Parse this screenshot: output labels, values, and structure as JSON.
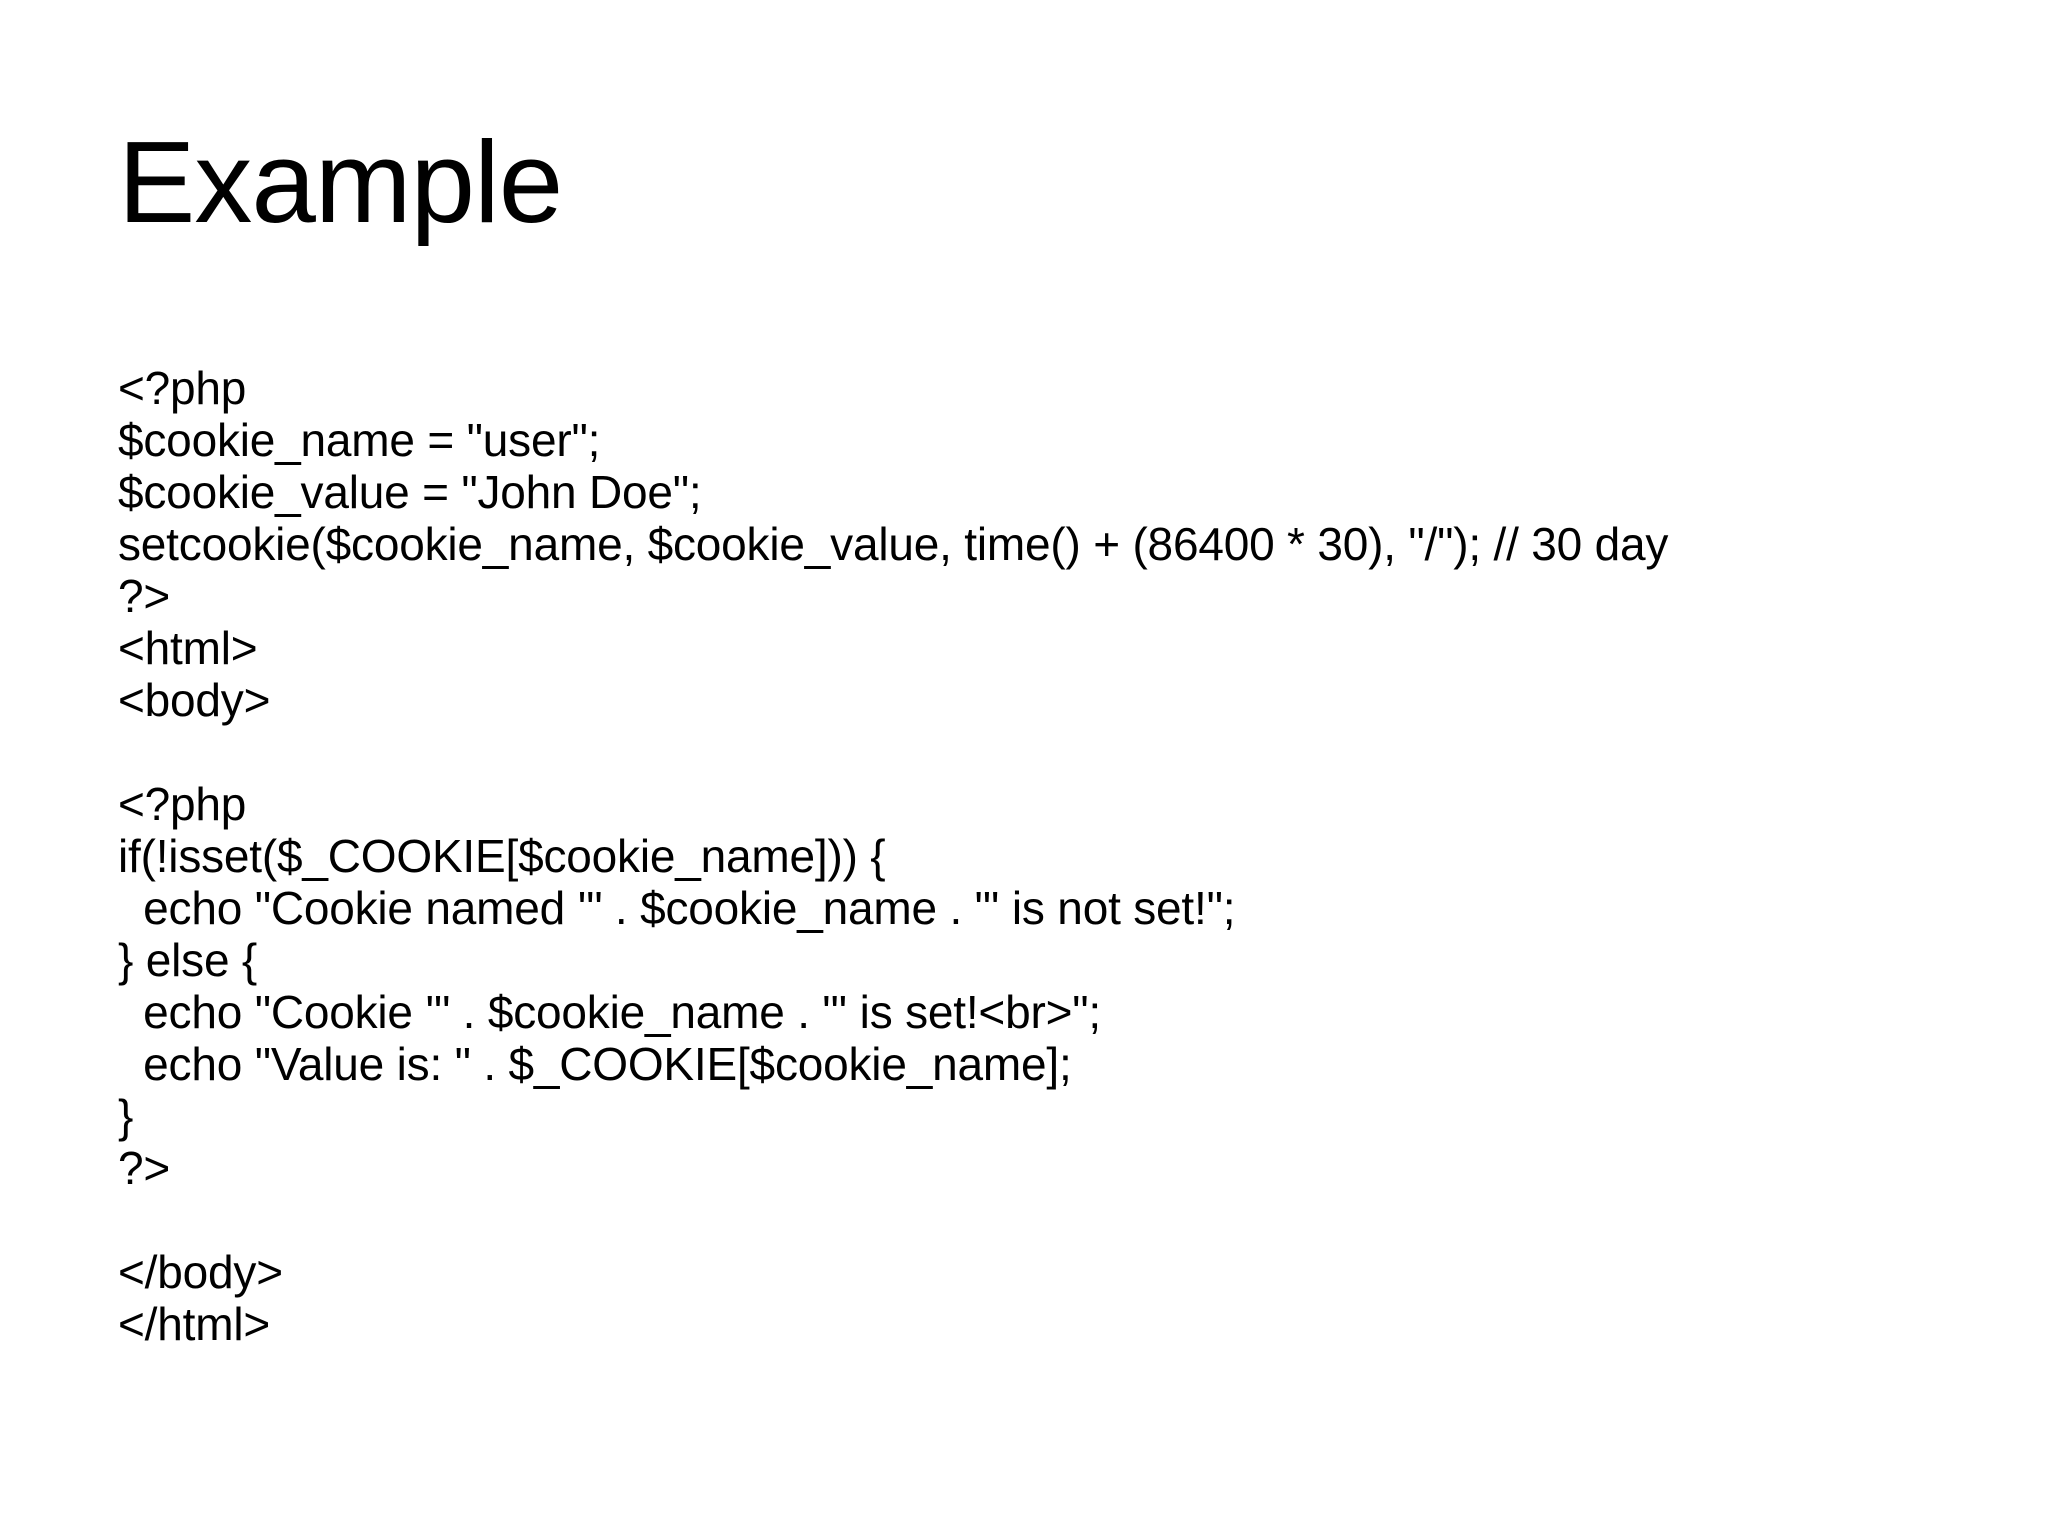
{
  "slide": {
    "title": "Example",
    "background_color": "#ffffff",
    "text_color": "#000000"
  },
  "code": {
    "language": "php",
    "lines": [
      "<?php",
      "$cookie_name = \"user\";",
      "$cookie_value = \"John Doe\";",
      "setcookie($cookie_name, $cookie_value, time() + (86400 * 30), \"/\"); // 30 day",
      "?>",
      "<html>",
      "<body>",
      "",
      "<?php",
      "if(!isset($_COOKIE[$cookie_name])) {",
      "  echo \"Cookie named '\" . $cookie_name . \"' is not set!\";",
      "} else {",
      "  echo \"Cookie '\" . $cookie_name . \"' is set!<br>\";",
      "  echo \"Value is: \" . $_COOKIE[$cookie_name];",
      "}",
      "?>",
      "",
      "</body>",
      "</html>"
    ]
  }
}
